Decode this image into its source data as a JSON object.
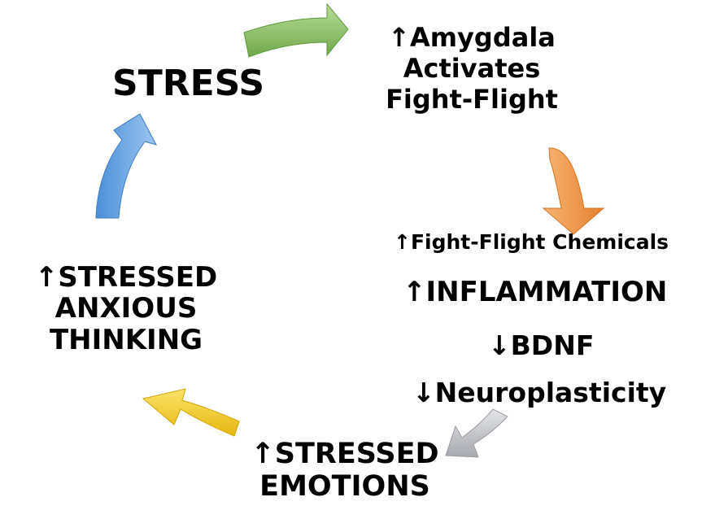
{
  "diagram": {
    "nodes": {
      "stress": {
        "text": "STRESS"
      },
      "amygdala": {
        "lines": [
          "Amygdala",
          "Activates",
          "Fight-Flight"
        ],
        "arrow": "up"
      },
      "chemicals": {
        "text": "Fight-Flight Chemicals",
        "arrow": "up"
      },
      "inflammation": {
        "text": "INFLAMMATION",
        "arrow": "up"
      },
      "bdnf": {
        "text": "BDNF",
        "arrow": "down"
      },
      "neuroplasticity": {
        "text": "Neuroplasticity",
        "arrow": "down"
      },
      "emotions": {
        "lines": [
          "STRESSED",
          "EMOTIONS"
        ],
        "arrow": "up"
      },
      "thinking": {
        "lines": [
          "STRESSED",
          "ANXIOUS",
          "THINKING"
        ],
        "arrow": "up"
      }
    },
    "arrows": [
      {
        "name": "green-arrow",
        "from": "stress",
        "to": "amygdala",
        "color": "#92c46a"
      },
      {
        "name": "orange-arrow",
        "from": "amygdala",
        "to": "chemicals",
        "color": "#f39a45"
      },
      {
        "name": "gray-arrow",
        "from": "neuroplasticity",
        "to": "emotions",
        "color": "#c7c9cf"
      },
      {
        "name": "yellow-arrow",
        "from": "emotions",
        "to": "thinking",
        "color": "#f7d229"
      },
      {
        "name": "blue-arrow",
        "from": "thinking",
        "to": "stress",
        "color": "#6aa6e3"
      }
    ]
  }
}
